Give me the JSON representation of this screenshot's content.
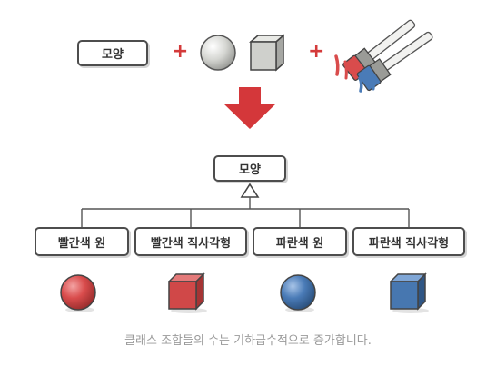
{
  "top": {
    "shape_label": "모양",
    "plus": "+"
  },
  "hierarchy": {
    "parent": "모양",
    "children": [
      "빨간색 원",
      "빨간색 직사각형",
      "파란색 원",
      "파란색 직사각형"
    ]
  },
  "colors": {
    "red": "#d94c4c",
    "blue": "#4a7bb7",
    "arrow": "#d4373a",
    "gray": "#c8c9c5"
  },
  "caption": "클래스 조합들의 수는 기하급수적으로 증가합니다."
}
